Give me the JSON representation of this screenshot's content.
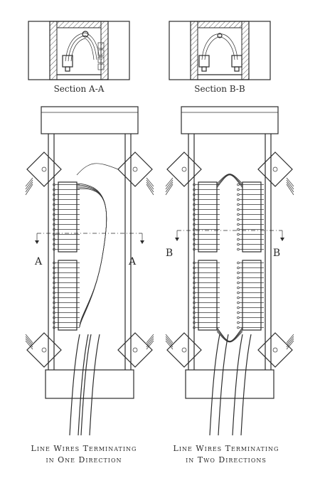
{
  "section_a": {
    "title": "Section A-A"
  },
  "section_b": {
    "title": "Section B-B"
  },
  "left_assembly": {
    "cut_label_left": "A",
    "cut_label_right": "A",
    "caption_line1": "Line Wires Terminating",
    "caption_line2": "in One Direction"
  },
  "right_assembly": {
    "cut_label_left": "B",
    "cut_label_right": "B",
    "caption_line1": "Line Wires Terminating",
    "caption_line2": "in Two Directions"
  },
  "colors": {
    "ink": "#2b2b2b",
    "paper": "#ffffff"
  }
}
